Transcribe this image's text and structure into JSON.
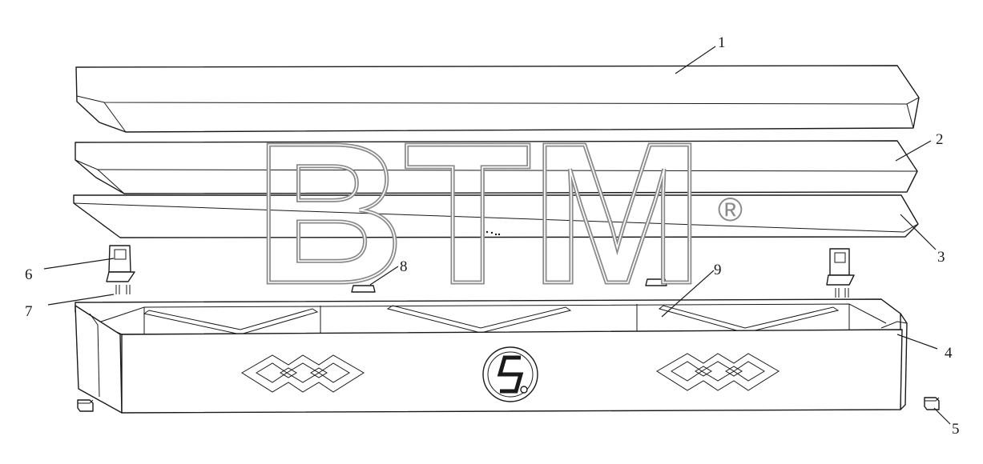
{
  "watermark": {
    "text": "BTM",
    "mark": "®"
  },
  "callouts": [
    "1",
    "2",
    "3",
    "4",
    "5",
    "6",
    "7",
    "8",
    "9"
  ],
  "icons": {
    "emblem": "manufacturer-logo-emblem",
    "ornament": "diamond-chain-ornament"
  },
  "colors": {
    "line": "#1a1a1a",
    "watermark": "#8a8a8a",
    "background": "#ffffff"
  }
}
